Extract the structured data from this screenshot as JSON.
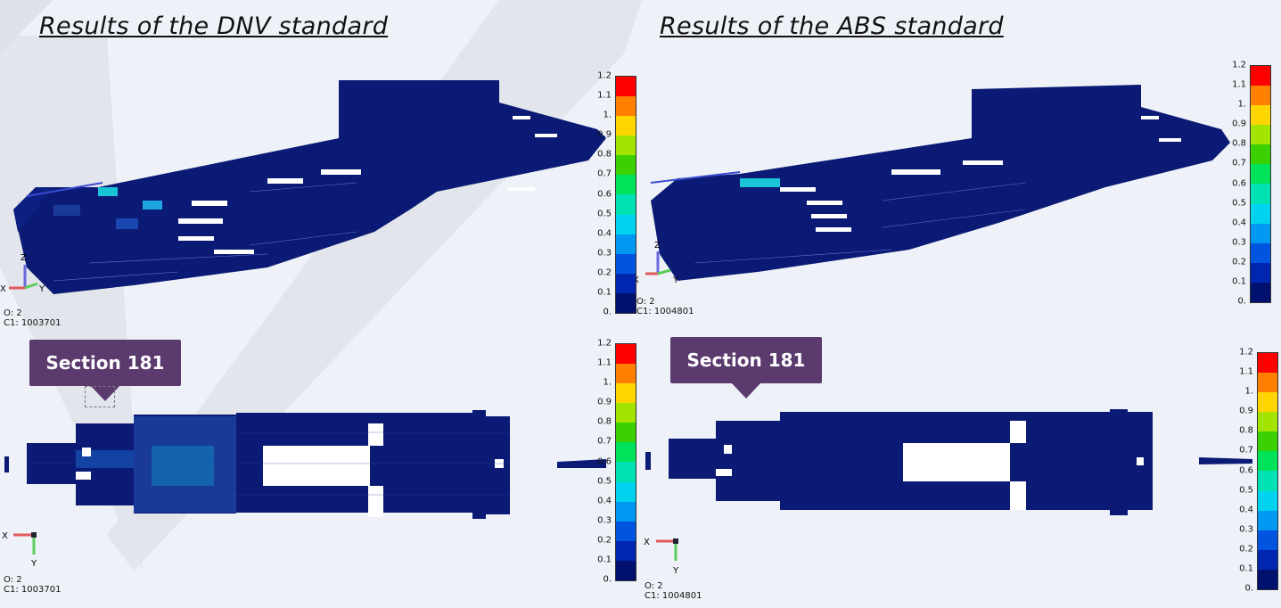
{
  "headings": {
    "left": "Results of the DNV standard",
    "right": "Results of the ABS standard"
  },
  "legend_colors": [
    "#ff0000",
    "#ff7f00",
    "#ffd500",
    "#a3e400",
    "#3bd000",
    "#00e25a",
    "#00e2b3",
    "#00d2f0",
    "#0098f0",
    "#0054e0",
    "#0026b0",
    "#00106e"
  ],
  "legend_labels": [
    "1.2",
    "1.1",
    "1.",
    "0.9",
    "0.8",
    "0.7",
    "0.6",
    "0.5",
    "0.4",
    "0.3",
    "0.2",
    "0.1",
    "0."
  ],
  "panels": {
    "dnv_iso": {
      "o": "O: 2",
      "c1": "C1: 1003701",
      "axes": [
        "Z",
        "X",
        "Y"
      ]
    },
    "abs_iso": {
      "o": "O: 2",
      "c1": "C1: 1004801",
      "axes": [
        "Z",
        "X",
        "Y"
      ]
    },
    "dnv_plan": {
      "o": "O: 2",
      "c1": "C1: 1003701",
      "axes": [
        "X",
        "Y"
      ]
    },
    "abs_plan": {
      "o": "O: 2",
      "c1": "C1: 1004801",
      "axes": [
        "X",
        "Y"
      ]
    }
  },
  "callouts": {
    "left": "Section 181",
    "right": "Section 181"
  },
  "icons": [
    "axis-triad-icon"
  ]
}
